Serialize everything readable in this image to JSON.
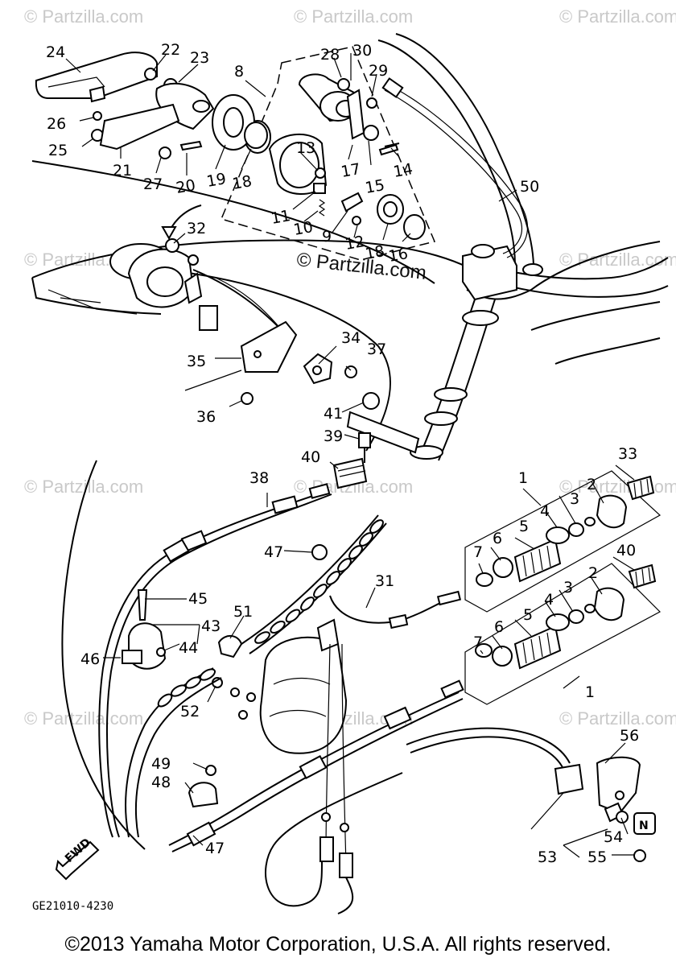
{
  "watermarks": {
    "corner": "© Partzilla.com",
    "center": "© Partzilla.com"
  },
  "diagram_code": "GE21010-4230",
  "fwd_label": "FWD",
  "neutral_label": "N",
  "copyright": "©2013 Yamaha Motor Corporation, U.S.A. All rights reserved.",
  "callouts": [
    "1",
    "1",
    "2",
    "2",
    "3",
    "3",
    "4",
    "4",
    "5",
    "5",
    "6",
    "6",
    "7",
    "7",
    "8",
    "9",
    "10",
    "11",
    "12",
    "13",
    "14",
    "15",
    "16",
    "17",
    "18",
    "18",
    "19",
    "20",
    "21",
    "22",
    "23",
    "24",
    "25",
    "26",
    "27",
    "28",
    "29",
    "30",
    "31",
    "32",
    "33",
    "34",
    "35",
    "36",
    "37",
    "38",
    "39",
    "40",
    "40",
    "41",
    "43",
    "44",
    "45",
    "46",
    "47",
    "47",
    "48",
    "49",
    "50",
    "51",
    "52",
    "53",
    "54",
    "55",
    "56"
  ]
}
